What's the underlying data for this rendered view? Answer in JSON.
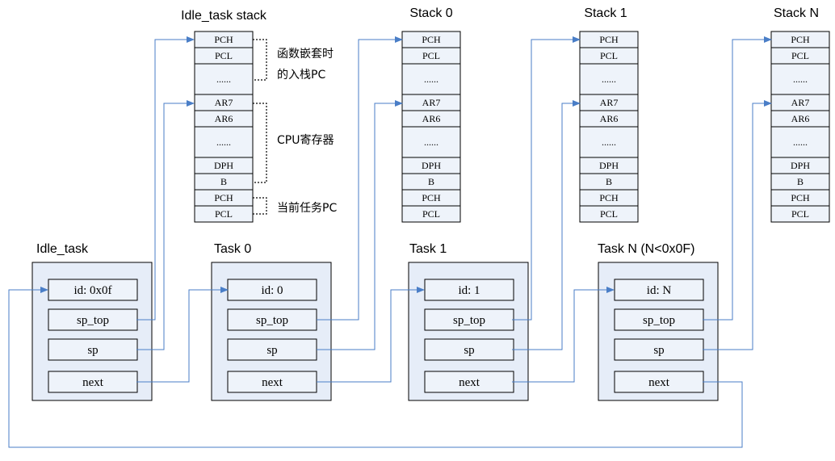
{
  "stacks": [
    {
      "title": "Idle_task stack",
      "cells": [
        "PCH",
        "PCL",
        "......",
        "AR7",
        "AR6",
        "......",
        "DPH",
        "B",
        "PCH",
        "PCL"
      ]
    },
    {
      "title": "Stack 0",
      "cells": [
        "PCH",
        "PCL",
        "......",
        "AR7",
        "AR6",
        "......",
        "DPH",
        "B",
        "PCH",
        "PCL"
      ]
    },
    {
      "title": "Stack 1",
      "cells": [
        "PCH",
        "PCL",
        "......",
        "AR7",
        "AR6",
        "......",
        "DPH",
        "B",
        "PCH",
        "PCL"
      ]
    },
    {
      "title": "Stack N",
      "cells": [
        "PCH",
        "PCL",
        "......",
        "AR7",
        "AR6",
        "......",
        "DPH",
        "B",
        "PCH",
        "PCL"
      ]
    }
  ],
  "tasks": [
    {
      "title": "Idle_task",
      "fields": [
        "id: 0x0f",
        "sp_top",
        "sp",
        "next"
      ]
    },
    {
      "title": "Task 0",
      "fields": [
        "id: 0",
        "sp_top",
        "sp",
        "next"
      ]
    },
    {
      "title": "Task 1",
      "fields": [
        "id: 1",
        "sp_top",
        "sp",
        "next"
      ]
    },
    {
      "title": "Task N (N<0x0F)",
      "fields": [
        "id: N",
        "sp_top",
        "sp",
        "next"
      ]
    }
  ],
  "notes": {
    "nested_pc_line1": "函数嵌套时",
    "nested_pc_line2": "的入栈PC",
    "cpu_registers": "CPU寄存器",
    "current_task_pc": "当前任务PC"
  },
  "colors": {
    "link": "#4a7ec7",
    "cell_fill": "#eef3fa",
    "task_fill": "#e6edf8"
  }
}
